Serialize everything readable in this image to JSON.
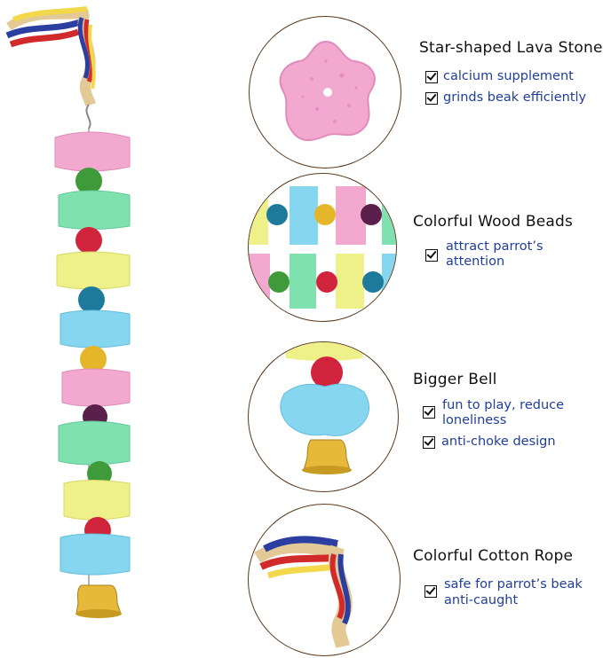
{
  "sections": [
    {
      "title": "Star-shaped Lava Stones",
      "features": [
        "calcium supplement",
        "grinds beak efficiently"
      ]
    },
    {
      "title": "Colorful Wood Beads",
      "features": [
        "attract parrot’s\nattention"
      ]
    },
    {
      "title": "Bigger Bell",
      "features": [
        "fun to play, reduce\nloneliness",
        "anti-choke design"
      ]
    },
    {
      "title": "Colorful Cotton Rope",
      "features": [
        "safe for parrot’s beak",
        "anti-caught"
      ]
    }
  ],
  "colors": {
    "pink_stone": "#f2a8cf",
    "green_stone": "#7fe0b0",
    "yellow_stone": "#eef08a",
    "blue_stone": "#86d6ef",
    "circle_border": "#5b3a1e",
    "feature_text": "#1f3f9a",
    "bell_gold": "#e6b93a"
  },
  "icons": [
    "check-box-icon"
  ]
}
